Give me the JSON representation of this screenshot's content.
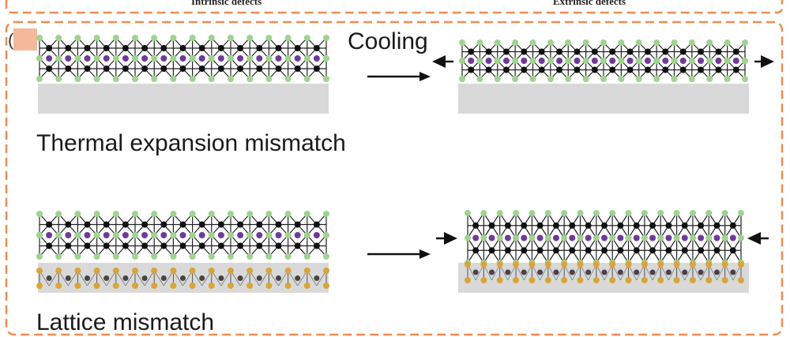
{
  "header": {
    "left_label": "Intrinsic defects",
    "right_label": "Extrinsic defects"
  },
  "panel": {
    "index_label": "(",
    "cooling_label": "Cooling",
    "thermal_label": "Thermal expansion mismatch",
    "lattice_label": "Lattice mismatch"
  },
  "colors": {
    "frame": "#ee8c52",
    "badge": "#f6b89a",
    "anion": "#9fd38f",
    "bcation": "#111111",
    "acation": "#6f3a9a",
    "substrate_fill": "#d9d9d9",
    "substrate_atom": "#d9a53a",
    "substrate_dark": "#444444"
  }
}
